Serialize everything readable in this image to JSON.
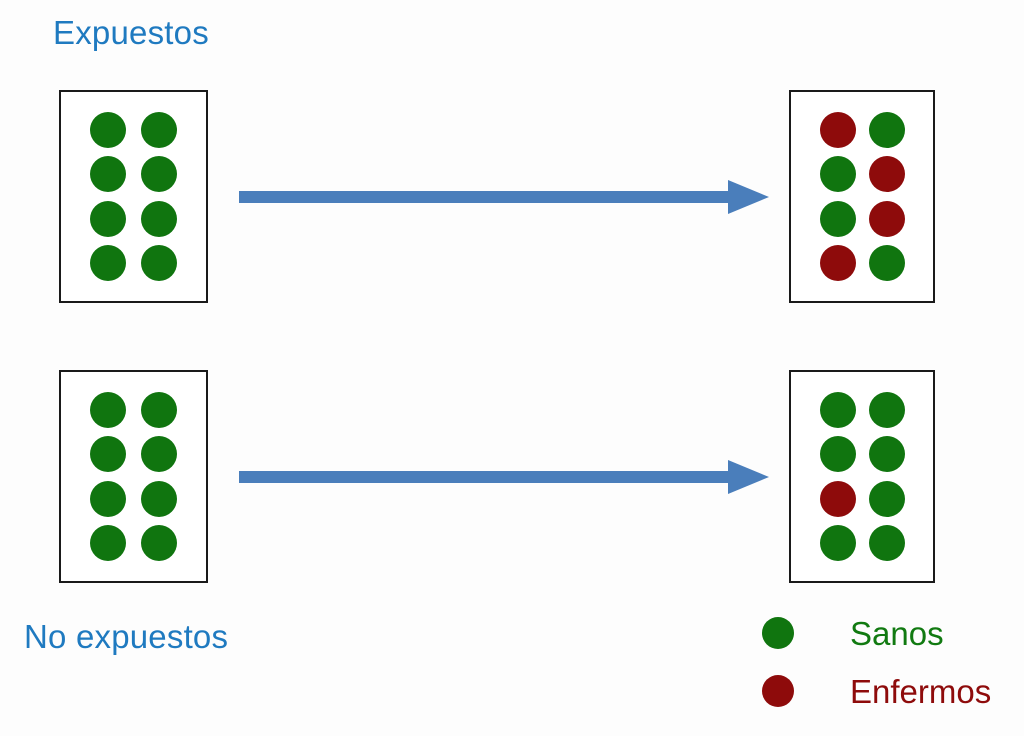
{
  "diagram": {
    "title_exposed": "Expuestos",
    "title_unexposed": "No expuestos",
    "colors": {
      "healthy": "#10750f",
      "diseased": "#8e0b0b",
      "label_blue": "#1f7ac0",
      "arrow_blue": "#4a7ebb",
      "box_border": "#1a1a1a",
      "background": "#fdfdfd"
    },
    "groups": [
      {
        "name": "exposed",
        "label": "Expuestos",
        "before": {
          "rows": 4,
          "cols": 2,
          "dots": [
            [
              "sano",
              "sano"
            ],
            [
              "sano",
              "sano"
            ],
            [
              "sano",
              "sano"
            ],
            [
              "sano",
              "sano"
            ]
          ],
          "healthy_count": 8,
          "diseased_count": 0,
          "total": 8
        },
        "after": {
          "rows": 4,
          "cols": 2,
          "dots": [
            [
              "enfermo",
              "sano"
            ],
            [
              "sano",
              "enfermo"
            ],
            [
              "sano",
              "enfermo"
            ],
            [
              "enfermo",
              "sano"
            ]
          ],
          "healthy_count": 4,
          "diseased_count": 4,
          "total": 8
        }
      },
      {
        "name": "unexposed",
        "label": "No expuestos",
        "before": {
          "rows": 4,
          "cols": 2,
          "dots": [
            [
              "sano",
              "sano"
            ],
            [
              "sano",
              "sano"
            ],
            [
              "sano",
              "sano"
            ],
            [
              "sano",
              "sano"
            ]
          ],
          "healthy_count": 8,
          "diseased_count": 0,
          "total": 8
        },
        "after": {
          "rows": 4,
          "cols": 2,
          "dots": [
            [
              "sano",
              "sano"
            ],
            [
              "sano",
              "sano"
            ],
            [
              "enfermo",
              "sano"
            ],
            [
              "sano",
              "sano"
            ]
          ],
          "healthy_count": 7,
          "diseased_count": 1,
          "total": 8
        }
      }
    ],
    "legend": {
      "items": [
        {
          "key": "sano",
          "label": "Sanos",
          "color": "#10750f"
        },
        {
          "key": "enfermo",
          "label": "Enfermos",
          "color": "#8e0b0b"
        }
      ]
    }
  }
}
